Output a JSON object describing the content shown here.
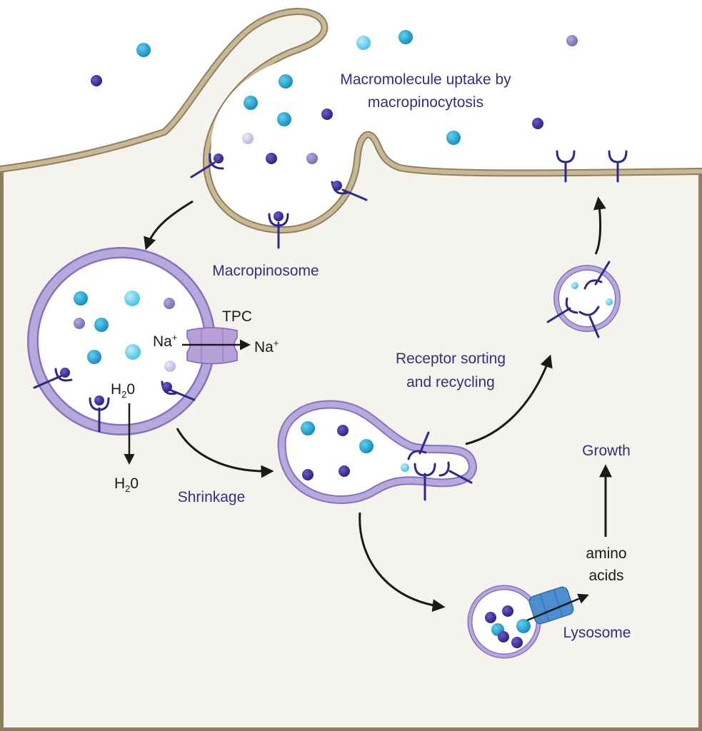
{
  "labels": {
    "uptake_line1": "Macromolecule uptake by",
    "uptake_line2": "macropinocytosis",
    "macropinosome": "Macropinosome",
    "tpc": "TPC",
    "na_left": "Na",
    "na_right": "Na",
    "na_charge": "+",
    "h2o_top_h": "H",
    "h2o_top_sub": "2",
    "h2o_top_o": "0",
    "h2o_bottom_h": "H",
    "h2o_bottom_sub": "2",
    "h2o_bottom_o": "0",
    "shrinkage": "Shrinkage",
    "sorting_line1": "Receptor sorting",
    "sorting_line2": "and recycling",
    "growth": "Growth",
    "amino_line1": "amino",
    "amino_line2": "acids",
    "lysosome": "Lysosome"
  },
  "colors": {
    "cytoplasm": "#f4f3ee",
    "membrane": "#c8b896",
    "membrane_edge": "#8f7f5e",
    "vesicle_fill": "#ffffff",
    "vesicle_membrane": "#b7a9dc",
    "vesicle_edge": "#8672bd",
    "receptor": "#2d2a86",
    "molecule_teal": "#1a9bc9",
    "molecule_light_teal": "#5ec8e2",
    "molecule_dark_purple": "#3a2a91",
    "molecule_lavender": "#8a7dc0",
    "molecule_pale": "#c6c0e2",
    "tpc_channel": "#b79fd8",
    "amino_channel": "#4e8ed0",
    "text_purple": "#34307a",
    "arrow": "#1a1a1a"
  }
}
